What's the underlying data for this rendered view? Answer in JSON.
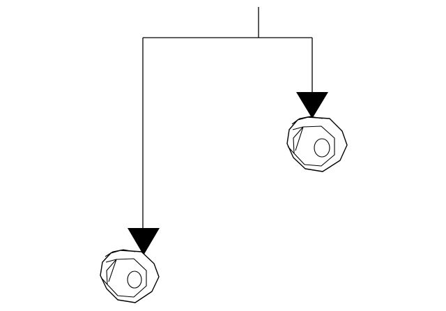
{
  "diagram": {
    "kind": "parts-callout",
    "line_color": "#000000",
    "background": "#ffffff",
    "parts": [
      {
        "name": "nut",
        "icon": "hex-nut-icon"
      },
      {
        "name": "nut",
        "icon": "hex-nut-icon"
      }
    ]
  }
}
